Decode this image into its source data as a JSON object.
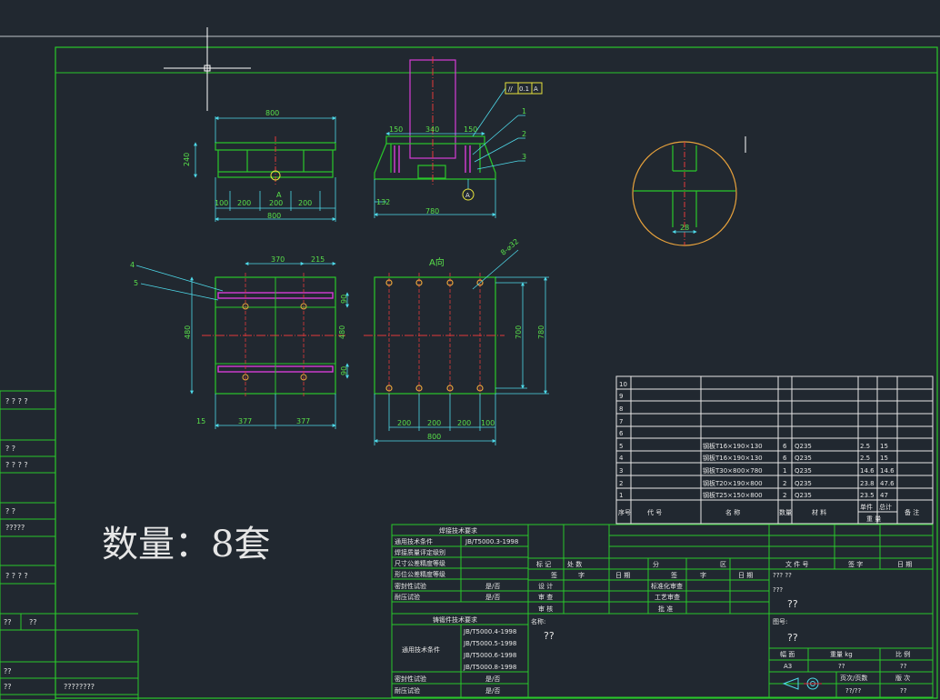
{
  "colors": {
    "background": "#212830",
    "frame": "#29c82a",
    "dimension": "#4ed8e8",
    "part": "#d63cd6",
    "center": "#e23a3a",
    "bolt": "#e8a23c",
    "callout": "#e6e23c",
    "text": "#e6e6e6"
  },
  "quantity_note": "数量：8套",
  "front_view": {
    "dim_top": "800",
    "dim_height": "240",
    "dim_segments": [
      "100",
      "200",
      "200",
      "200"
    ],
    "dim_total": "800",
    "section_mark": "A"
  },
  "side_view": {
    "dim_top": [
      "150",
      "340",
      "150"
    ],
    "dim_left": "132",
    "dim_bottom": "780",
    "tolerance": {
      "symbol": "//",
      "value": "0.1",
      "datum": "A"
    },
    "leaders": [
      "1",
      "2",
      "3"
    ],
    "datum_label": "A"
  },
  "detail_view": {
    "dim_bottom": "28"
  },
  "plan_view": {
    "dim_top": [
      "370",
      "215"
    ],
    "dim_left": "480",
    "dim_mid": "480",
    "dim_right": [
      "90",
      "90"
    ],
    "dim_bottom": [
      "15",
      "377",
      "377"
    ],
    "leaders": [
      "4",
      "5"
    ]
  },
  "direction_view": {
    "title": "A向",
    "hole_note": "8-⌀32",
    "dim_right": [
      "700",
      "780"
    ],
    "dim_bottom": [
      "200",
      "200",
      "200",
      "100"
    ],
    "dim_total": "800"
  },
  "bom": {
    "rows": [
      {
        "no": "10",
        "code": "",
        "name": "",
        "qty": "",
        "material": "",
        "unit": "",
        "total": "",
        "note": ""
      },
      {
        "no": "9",
        "code": "",
        "name": "",
        "qty": "",
        "material": "",
        "unit": "",
        "total": "",
        "note": ""
      },
      {
        "no": "8",
        "code": "",
        "name": "",
        "qty": "",
        "material": "",
        "unit": "",
        "total": "",
        "note": ""
      },
      {
        "no": "7",
        "code": "",
        "name": "",
        "qty": "",
        "material": "",
        "unit": "",
        "total": "",
        "note": ""
      },
      {
        "no": "6",
        "code": "",
        "name": "",
        "qty": "",
        "material": "",
        "unit": "",
        "total": "",
        "note": ""
      },
      {
        "no": "5",
        "code": "",
        "name": "钢板T16×190×130",
        "qty": "6",
        "material": "Q235",
        "unit": "2.5",
        "total": "15",
        "note": ""
      },
      {
        "no": "4",
        "code": "",
        "name": "钢板T16×190×130",
        "qty": "6",
        "material": "Q235",
        "unit": "2.5",
        "total": "15",
        "note": ""
      },
      {
        "no": "3",
        "code": "",
        "name": "钢板T30×800×780",
        "qty": "1",
        "material": "Q235",
        "unit": "14.6",
        "total": "14.6",
        "note": ""
      },
      {
        "no": "2",
        "code": "",
        "name": "钢板T20×190×800",
        "qty": "2",
        "material": "Q235",
        "unit": "23.8",
        "total": "47.6",
        "note": ""
      },
      {
        "no": "1",
        "code": "",
        "name": "钢板T25×150×800",
        "qty": "2",
        "material": "Q235",
        "unit": "23.5",
        "total": "47",
        "note": ""
      }
    ],
    "headers": {
      "no": "序号",
      "code": "代 号",
      "name": "名 称",
      "qty": "数量",
      "material": "材 料",
      "unit": "单件",
      "total": "总计",
      "weight": "重 量",
      "note": "备 注"
    }
  },
  "tech_req": {
    "weld_title": "焊接技术要求",
    "weld_rows": [
      {
        "label": "通用技术条件",
        "value": "JB/T5000.3-1998"
      },
      {
        "label": "焊接质量评定级别",
        "value": ""
      },
      {
        "label": "尺寸公差精度等级",
        "value": ""
      },
      {
        "label": "形位公差精度等级",
        "value": ""
      },
      {
        "label": "密封性试验",
        "value": "是/否"
      },
      {
        "label": "耐压试验",
        "value": "是/否"
      }
    ],
    "cast_title": "铸锻件技术要求",
    "cast_label": "通用技术条件",
    "cast_values": [
      "JB/T5000.4-1998",
      "JB/T5000.5-1998",
      "JB/T5000.6-1998",
      "JB/T5000.8-1998"
    ],
    "cast_rows": [
      {
        "label": "密封性试验",
        "value": "是/否"
      },
      {
        "label": "耐压试验",
        "value": "是/否"
      }
    ]
  },
  "title_block": {
    "rev_headers": [
      "标 记",
      "处 数",
      "分",
      "区",
      "文 件 号",
      "签 字",
      "日 期"
    ],
    "sign_headers": [
      "签",
      "字",
      "日 期",
      "签",
      "字",
      "日 期"
    ],
    "roles": [
      "设 计",
      "审 查",
      "审 核"
    ],
    "roles2": [
      "标准化审查",
      "工艺审查",
      "批 准"
    ],
    "name_label": "名称:",
    "name_value": "??",
    "unit_line": "??? ??",
    "unit_label": "???",
    "unit_value": "??",
    "drawing_no_label": "图号:",
    "drawing_no_value": "??",
    "scale_headers": [
      "幅 面",
      "重量 kg",
      "比 例"
    ],
    "scale_values": [
      "A3",
      "??",
      "??"
    ],
    "page_headers": [
      "页次/页数",
      "版 次"
    ],
    "page_values": [
      "??/??",
      "??"
    ]
  },
  "left_strip": [
    "? ? ? ?",
    "? ?",
    "? ? ? ?",
    "? ?",
    "?????",
    "? ? ? ?",
    "??",
    "??",
    "??",
    "??",
    "????????"
  ]
}
